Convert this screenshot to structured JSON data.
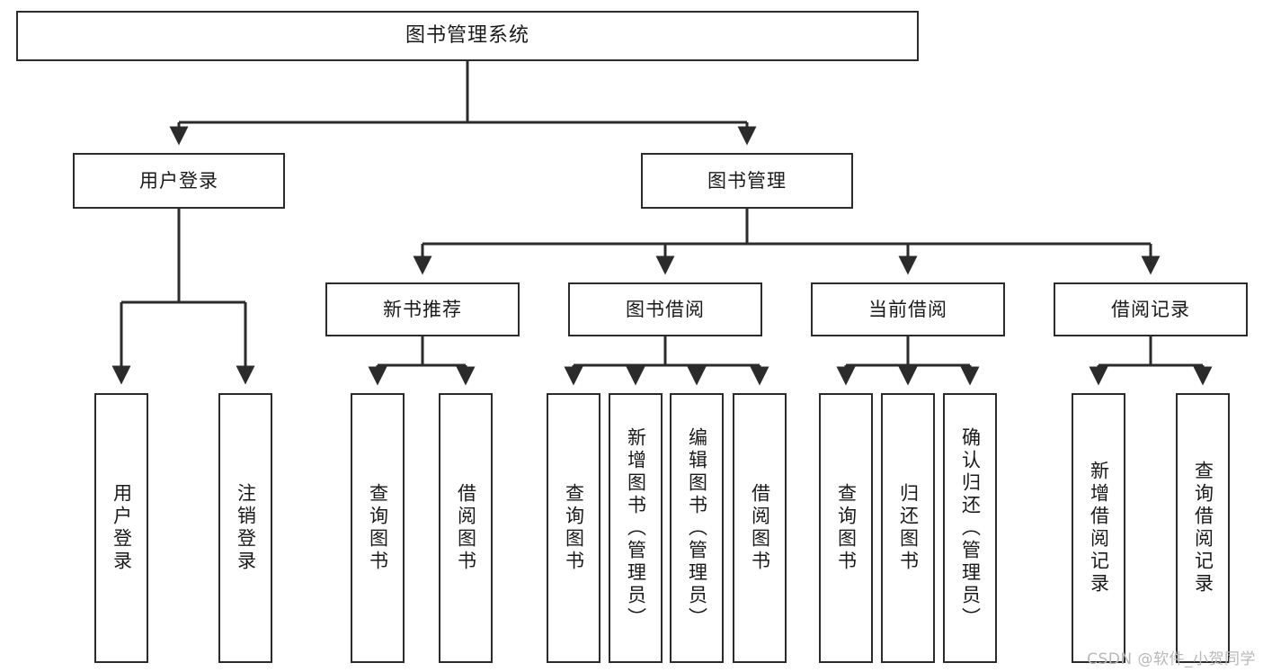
{
  "diagram": {
    "title": "图书管理系统",
    "type": "tree-hierarchy",
    "watermark": "CSDN @软件_小贺同学",
    "colors": {
      "background": "#ffffff",
      "stroke": "#2b2b2b",
      "text": "#1a1a1a",
      "watermark": "#b8b8b8"
    },
    "root": {
      "label": "图书管理系统"
    },
    "level1": [
      {
        "label": "用户登录"
      },
      {
        "label": "图书管理"
      }
    ],
    "level2": [
      {
        "label": "新书推荐"
      },
      {
        "label": "图书借阅"
      },
      {
        "label": "当前借阅"
      },
      {
        "label": "借阅记录"
      }
    ],
    "leaves": {
      "user_login": [
        {
          "label": "用户登录"
        },
        {
          "label": "注销登录"
        }
      ],
      "new_book_recommend": [
        {
          "label": "查询图书"
        },
        {
          "label": "借阅图书"
        }
      ],
      "book_borrow": [
        {
          "label": "查询图书"
        },
        {
          "label": "新增图书（管理员）"
        },
        {
          "label": "编辑图书（管理员）"
        },
        {
          "label": "借阅图书"
        }
      ],
      "current_borrow": [
        {
          "label": "查询图书"
        },
        {
          "label": "归还图书"
        },
        {
          "label": "确认归还（管理员）"
        }
      ],
      "borrow_record": [
        {
          "label": "新增借阅记录"
        },
        {
          "label": "查询借阅记录"
        }
      ]
    }
  }
}
